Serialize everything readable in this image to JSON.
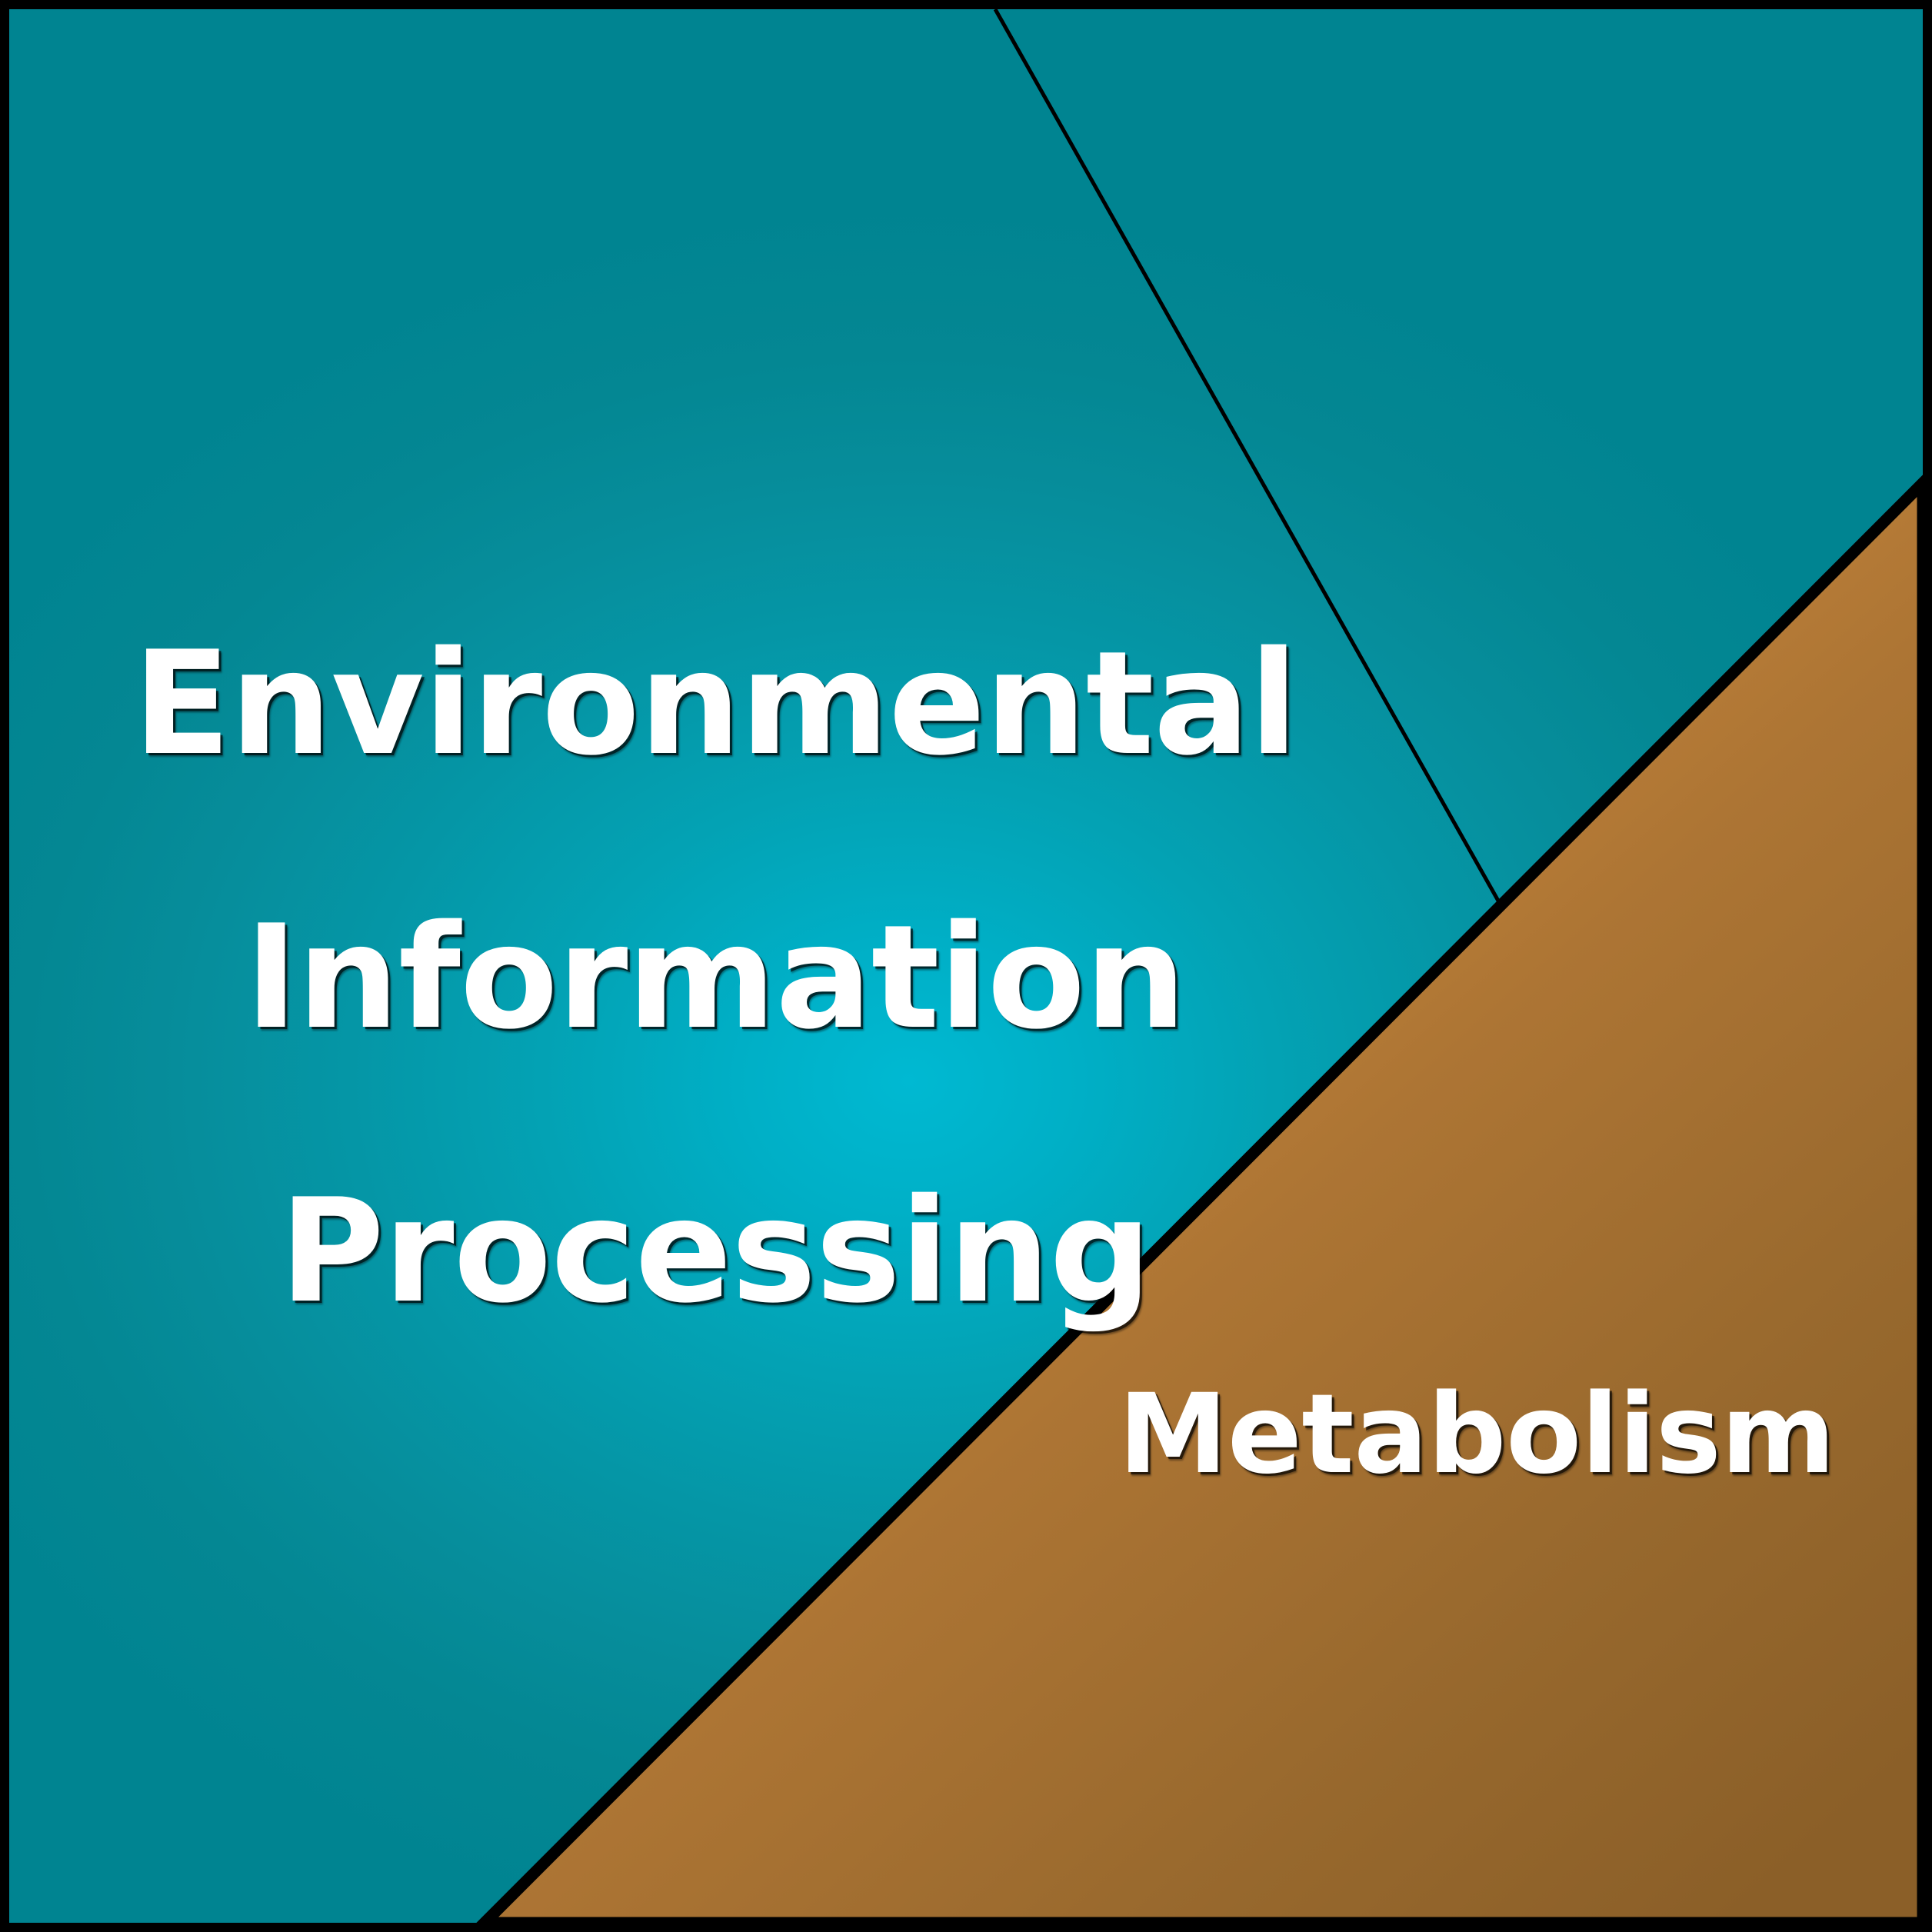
{
  "slide": {
    "title_lines": [
      "Environmental",
      "Information",
      "Processing"
    ],
    "subtitle": "Metabolism",
    "colors": {
      "frame": "#000000",
      "teal_center": "#00B9D2",
      "teal_edge": "#008491",
      "brown_light": "#CE8B3D",
      "brown_dark": "#8E6129",
      "text": "#FFFFFF",
      "divider_line": "#000000"
    },
    "shapes": {
      "brown_wedge_name": "metabolism-wedge",
      "hairline_name": "diagonal-hairline"
    }
  }
}
